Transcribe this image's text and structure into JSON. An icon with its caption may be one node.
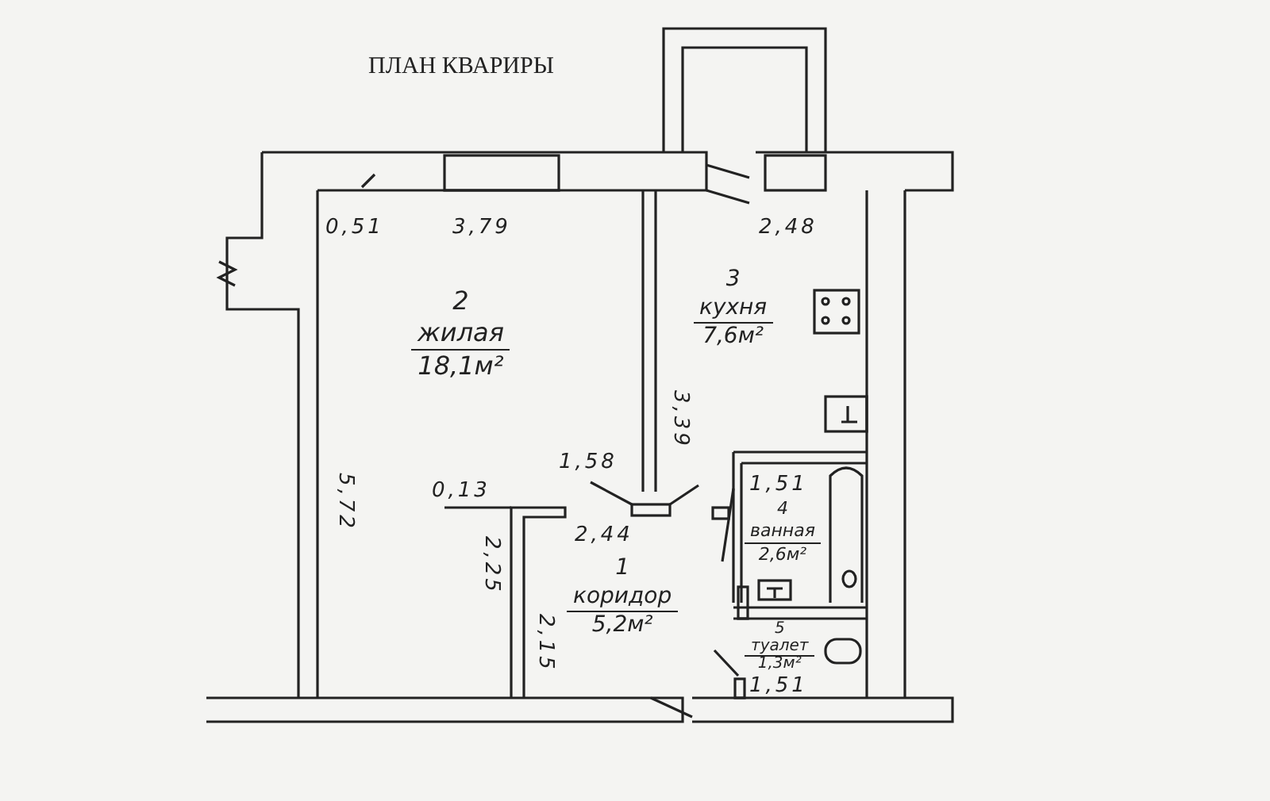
{
  "diagram": {
    "title": "ПЛАН КВАРИРЫ",
    "nodes": [
      {
        "text": [
          "2",
          "жилая",
          "18,1м²"
        ]
      },
      {
        "text": [
          "3",
          "кухня",
          "7,6м²"
        ]
      },
      {
        "text": [
          "1",
          "коридор",
          "5,2м²"
        ]
      },
      {
        "text": [
          "4",
          "ванная",
          "2,6м²"
        ]
      },
      {
        "text": [
          "5",
          "туалет",
          "1,3м²"
        ]
      }
    ],
    "labels": [
      "0,51",
      "3,79",
      "2,48",
      "3,39",
      "5,72",
      "1,58",
      "0,13",
      "2,25",
      "2,44",
      "2,15",
      "1,51",
      "1,51"
    ]
  }
}
